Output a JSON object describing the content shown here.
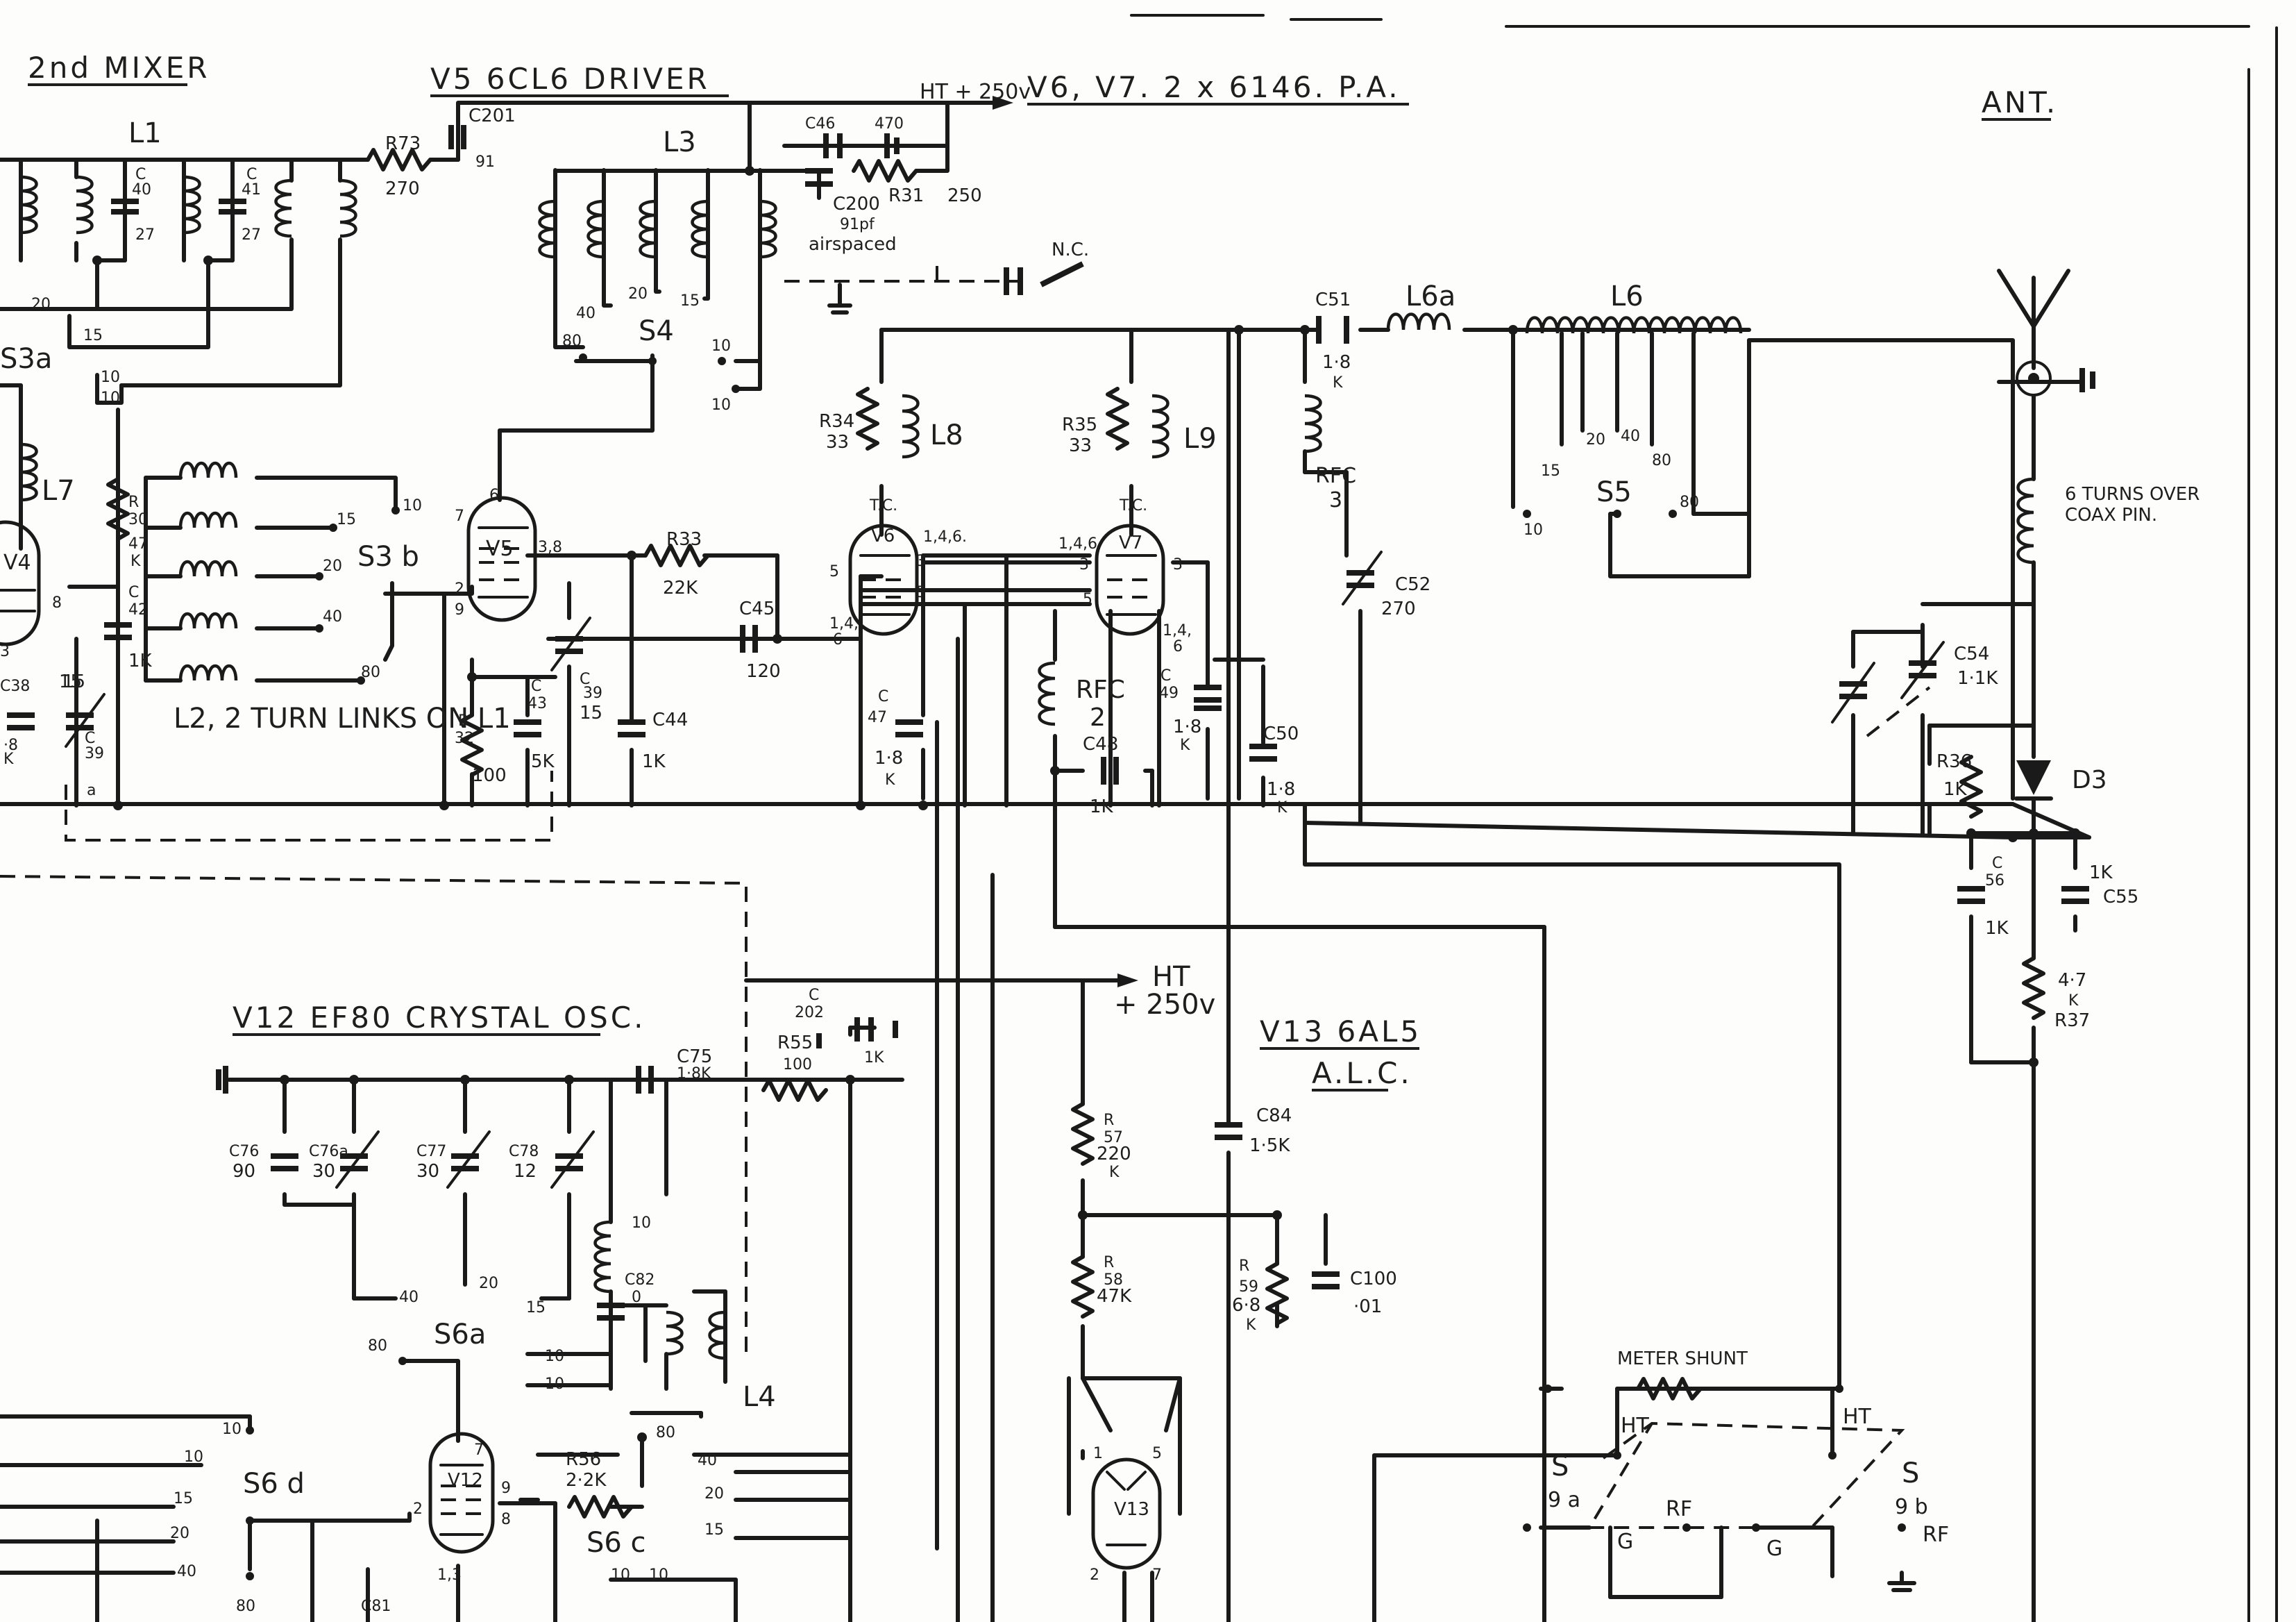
{
  "stages": {
    "mixer": "2nd MIXER",
    "driver": "V5 6CL6 DRIVER",
    "pa": "V6, V7. 2 x 6146. P.A.",
    "crystal_osc": "V12 EF80 CRYSTAL OSC.",
    "alc_tube": "V13 6AL5",
    "alc": "A.L.C.",
    "ant": "ANT."
  },
  "supplies": {
    "ht_top": "HT + 250v",
    "ht_mid": "HT",
    "ht_mid_value": "+ 250v"
  },
  "coils": {
    "L1": "L1",
    "L3": "L3",
    "L6a": "L6a",
    "L6": "L6",
    "L7": "L7",
    "L8": "L8",
    "L9": "L9",
    "L4": "L4",
    "L2": "L2, 2 TURN LINKS ON L1",
    "rfc2": "RFC",
    "rfc2_num": "2",
    "rfc3": "RFC",
    "rfc3_num": "3",
    "six_turns_1": "6 TURNS OVER",
    "six_turns_2": "COAX PIN."
  },
  "tubes": {
    "v4": "V4",
    "v5": "V5",
    "v6": "V6",
    "v7": "V7",
    "v12": "V12",
    "v13": "V13",
    "tc": "T.C."
  },
  "switches": {
    "s3a": "S3a",
    "s3b": "S3 b",
    "s4": "S4",
    "s5": "S5",
    "s6a": "S6a",
    "s6c": "S6 c",
    "s6d": "S6 d",
    "s9a_top": "S",
    "s9a": "9 a",
    "s9b_top": "S",
    "s9b": "9 b",
    "meter_shunt": "METER SHUNT",
    "ht_a": "HT",
    "ht_b": "HT",
    "rf_a": "RF",
    "rf_b": "RF",
    "g_a": "G",
    "g_b": "G",
    "nc": "N.C."
  },
  "components": {
    "c201": "C201",
    "c201_v": "91",
    "r73": "R73",
    "r73_v": "270",
    "c46": "C46",
    "c46_v": "470",
    "r31": "R31",
    "r31_v": "250",
    "c200": "C200",
    "c200_v": "91pf",
    "c200_note": "airspaced",
    "c40": "C",
    "c40_n": "40",
    "c40_v": "27",
    "c41": "C",
    "c41_n": "41",
    "c41_v": "27",
    "c51": "C51",
    "c51_v": "1·8",
    "c51_u": "K",
    "r34": "R34",
    "r34_v": "33",
    "r35": "R35",
    "r35_v": "33",
    "r30": "R",
    "r30_n": "30",
    "r30_v": "47",
    "r30_u": "K",
    "c42": "C",
    "c42_n": "42",
    "c42_v": "1K",
    "r33": "R33",
    "r33_v": "22K",
    "c45": "C45",
    "c45_v": "120",
    "c39": "C",
    "c39_n": "39",
    "c39_v": "15",
    "c39a": "C",
    "c39a_n": "39",
    "c39a_v": "a",
    "c39a_top": "15",
    "c43": "C",
    "c43_n": "43",
    "c43_v": "5K",
    "r32": "R",
    "r32_n": "32",
    "r32_v": "100",
    "c44": "C44",
    "c44_v": "1K",
    "c47": "C",
    "c47_n": "47",
    "c47_v": "1·8",
    "c47_u": "K",
    "c48": "C48",
    "c48_v": "1K",
    "c49": "C",
    "c49_n": "49",
    "c49_v": "1·8",
    "c49_u": "K",
    "c50": "C50",
    "c50_v": "1·8",
    "c50_u": "K",
    "c52": "C52",
    "c52_v": "270",
    "c54": "C54",
    "c54_v": "1·1K",
    "r36": "R36",
    "r36_v": "1K",
    "d3": "D3",
    "c56": "C",
    "c56_n": "56",
    "c56_v": "1K",
    "c55": "C55",
    "c55_v": "1K",
    "r37": "R37",
    "r37_v": "4·7",
    "r37_u": "K",
    "c38": "C38",
    "c38_v": "·8",
    "c38_u": "K",
    "c202": "C",
    "c202_n": "202",
    "c202_v": "1K",
    "r55": "R55",
    "r55_v": "100",
    "c75": "C75",
    "c75_v": "1·8K",
    "c76": "C76",
    "c76_v": "90",
    "c76a": "C76a",
    "c76a_v": "30",
    "c77": "C77",
    "c77_v": "30",
    "c78": "C78",
    "c78_v": "12",
    "c82": "C82",
    "c82_v": "0",
    "r57": "R",
    "r57_n": "57",
    "r57_v": "220",
    "r57_u": "K",
    "r58": "R",
    "r58_n": "58",
    "r58_v": "47K",
    "r59": "R",
    "r59_n": "59",
    "r59_v": "6·8",
    "r59_u": "K",
    "c84": "C84",
    "c84_v": "1·5K",
    "c100": "C100",
    "c100_v": "·01",
    "r56": "R56",
    "r56_v": "2·2K",
    "c81": "C81",
    "c42_15": "15"
  },
  "pins": {
    "v5_6": "6",
    "v5_7": "7",
    "v5_38": "3,8",
    "v5_2": "2",
    "v5_9": "9",
    "v6_146": "1,4,6.",
    "v6_3": "3",
    "v6_5a": "5",
    "v6_5b": "5",
    "v6_146b": "1,4,",
    "v6_6": "6",
    "v7_146": "1,4,6",
    "v7_3a": "3",
    "v7_3b": "3",
    "v7_5": "5",
    "v7_146b": "1,4,",
    "v7_6": "6",
    "v4_8": "8",
    "v4_3": "3",
    "v12_7": "7",
    "v12_9": "9",
    "v12_8": "8",
    "v12_2": "2",
    "v12_13": "1,3",
    "v13_1": "1",
    "v13_5": "5",
    "v13_2": "2",
    "v13_7": "7",
    "l4_10": "10"
  },
  "band_taps": {
    "b20": "20",
    "b15": "15",
    "b10": "10",
    "b10b": "10",
    "s4_80": "80",
    "s4_40": "40",
    "s4_20": "20",
    "s4_15": "15",
    "s4_10": "10",
    "s4_10b": "10",
    "s3b_10": "10",
    "s3b_15": "15",
    "s3b_20": "20",
    "s3b_40": "40",
    "s3b_80": "80",
    "l6_15": "15",
    "l6_20": "20",
    "l6_40": "40",
    "l6_80": "80",
    "l6_10": "10",
    "s5_80": "80",
    "s6a_40": "40",
    "s6a_20": "20",
    "s6a_15": "15",
    "s6a_80": "80",
    "s6a_10": "10",
    "s6a_10b": "10",
    "s6c_80": "80",
    "s6c_40": "40",
    "s6c_20": "20",
    "s6c_15": "15",
    "s6c_10": "10",
    "s6c_10b": "10",
    "s6d_10": "10",
    "s6d_10b": "10",
    "s6d_15": "15",
    "s6d_20": "20",
    "s6d_40": "40",
    "s6d_80": "80"
  }
}
